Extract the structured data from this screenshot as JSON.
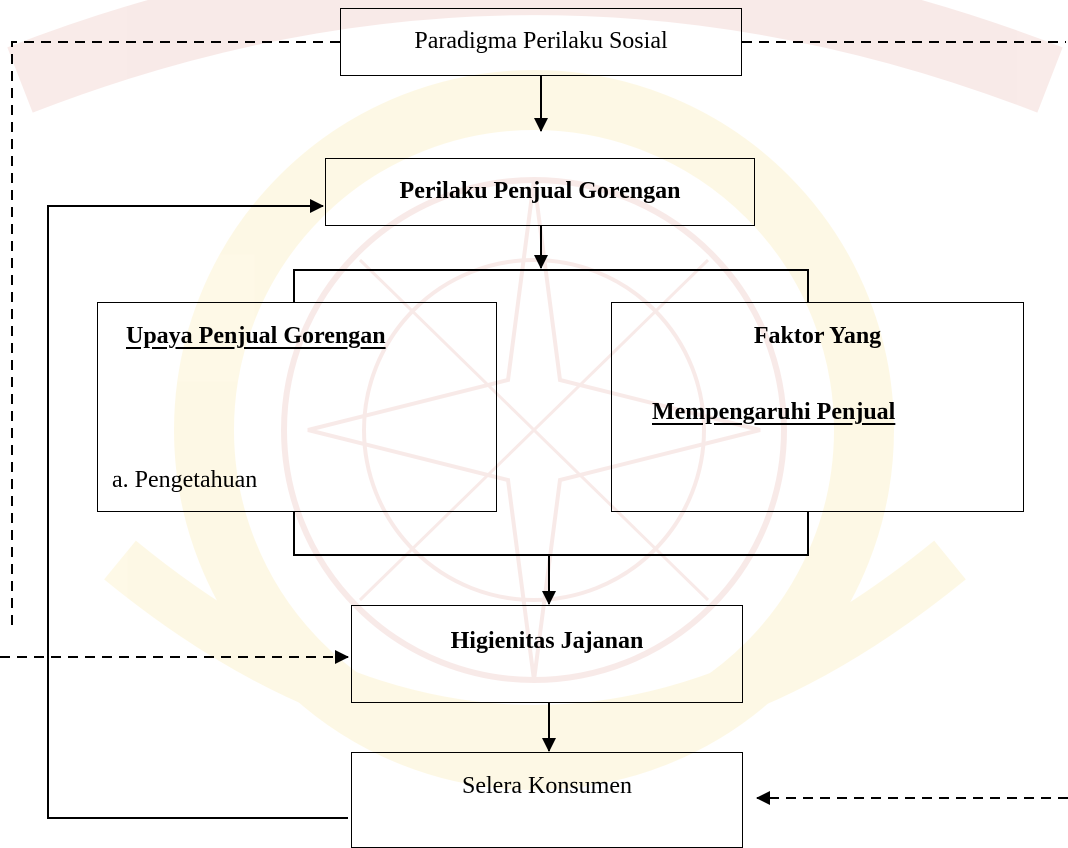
{
  "diagram": {
    "paradigma": "Paradigma Perilaku Sosial",
    "perilaku": "Perilaku Penjual Gorengan",
    "upaya": {
      "title": "Upaya Penjual Gorengan",
      "items": [
        "a.   Pengetahuan"
      ]
    },
    "faktor": {
      "title_line1": "Faktor Yang",
      "title_line2": "Mempengaruhi Penjual"
    },
    "higienitas": "Higienitas Jajanan",
    "selera": "Selera Konsumen"
  },
  "colors": {
    "line": "#000000",
    "watermark_red": "#c0392b",
    "watermark_yellow": "#f1c40f"
  }
}
